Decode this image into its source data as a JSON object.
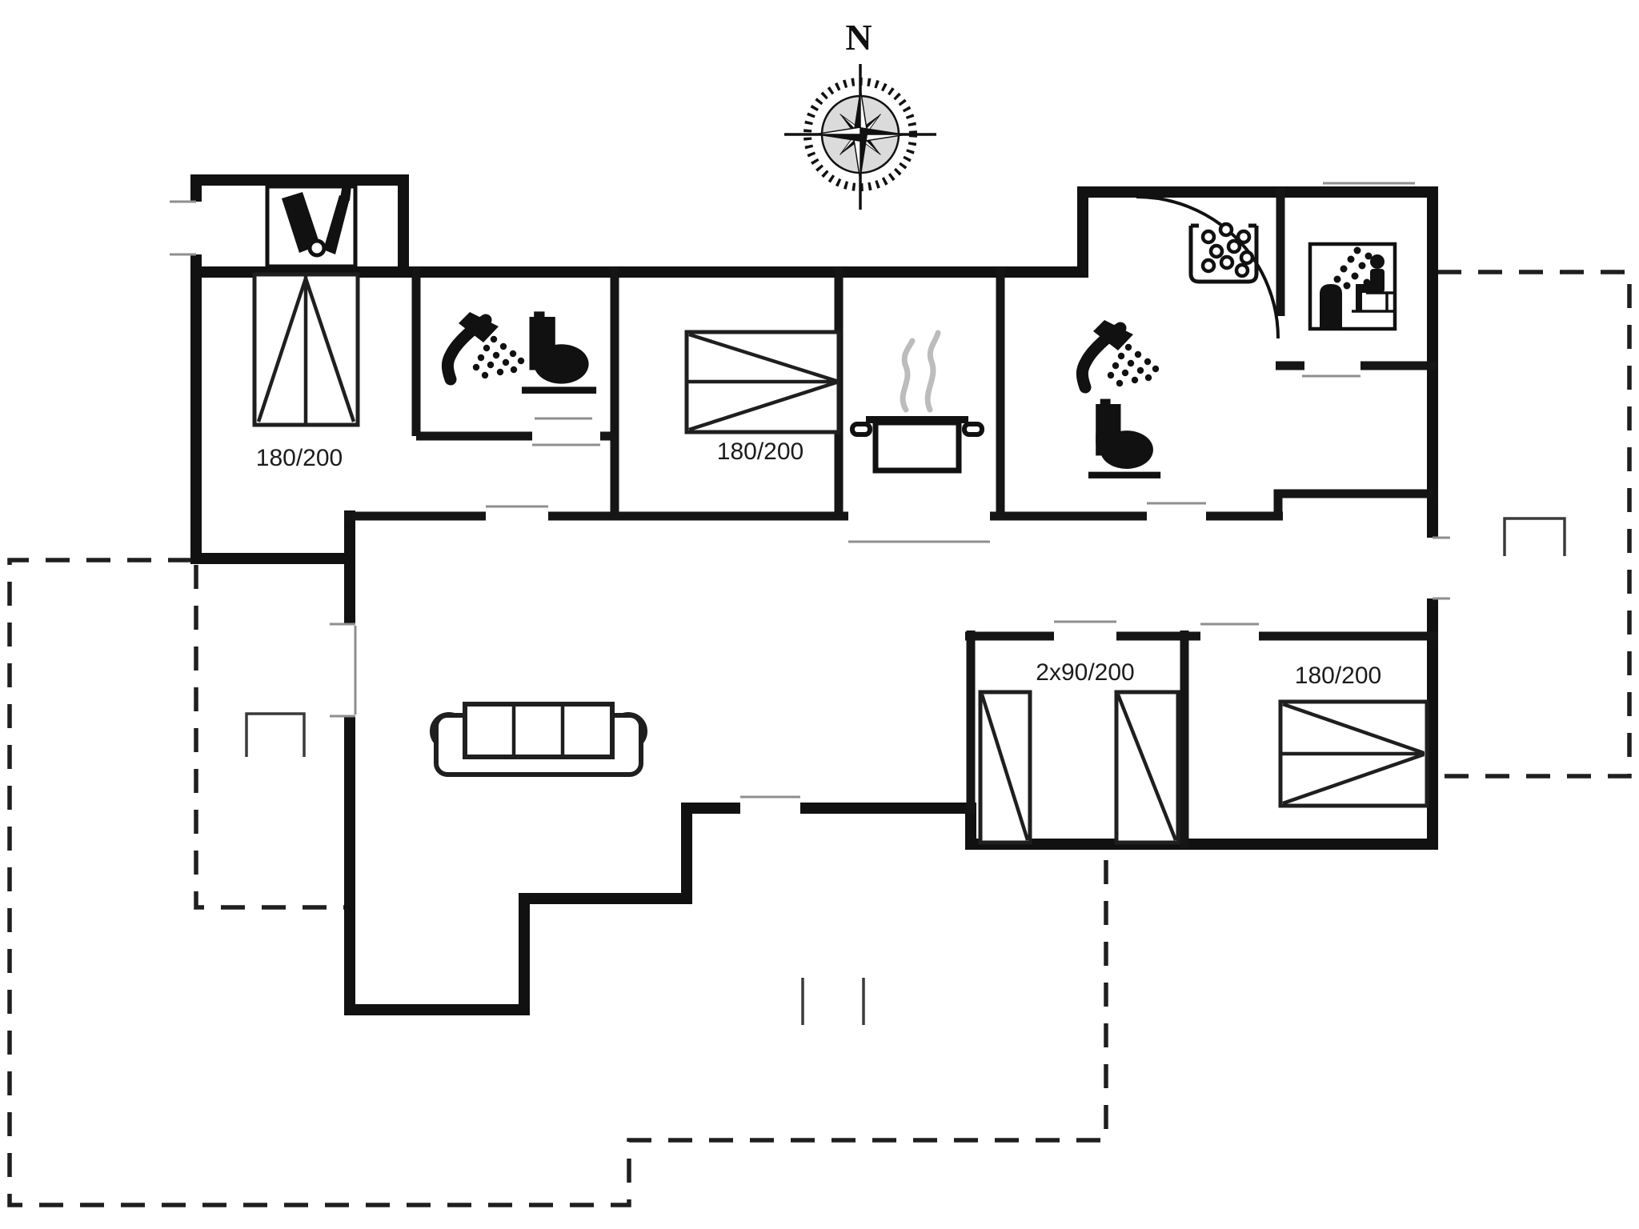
{
  "page": {
    "background": "#ffffff",
    "drawing": "holiday-house-floor-plan"
  },
  "colors": {
    "wall": "#111111",
    "furniture_line": "#1f1f1f",
    "door_marker": "#8f8f8f",
    "steam": "#bcbcbc",
    "text": "#1c1c1c"
  },
  "compass": {
    "label": "N"
  },
  "beds": [
    {
      "id": "bed_nw",
      "size": "180/200",
      "type": "double",
      "orientation": "vertical"
    },
    {
      "id": "bed_mid",
      "size": "180/200",
      "type": "double",
      "orientation": "horizontal"
    },
    {
      "id": "beds_south",
      "size": "2x90/200",
      "type": "two-singles",
      "orientation": "vertical"
    },
    {
      "id": "bed_se",
      "size": "180/200",
      "type": "double",
      "orientation": "horizontal"
    }
  ],
  "icons": [
    {
      "name": "compass-rose-icon"
    },
    {
      "name": "bottles-icon"
    },
    {
      "name": "shower-icon",
      "count": 2
    },
    {
      "name": "toilet-icon",
      "count": 2
    },
    {
      "name": "cooking-pot-icon"
    },
    {
      "name": "washing-machine-icon"
    },
    {
      "name": "sauna-icon"
    },
    {
      "name": "door-swing-arc"
    },
    {
      "name": "sofa-icon"
    },
    {
      "name": "double-bed-icon",
      "count": 3
    },
    {
      "name": "single-bed-icon",
      "count": 2
    },
    {
      "name": "steps-mark",
      "count": 3
    }
  ],
  "terraces": [
    {
      "name": "terrace-west",
      "style": "dashed-outline"
    },
    {
      "name": "terrace-south",
      "style": "dashed-outline"
    },
    {
      "name": "terrace-east",
      "style": "dashed-outline"
    }
  ]
}
